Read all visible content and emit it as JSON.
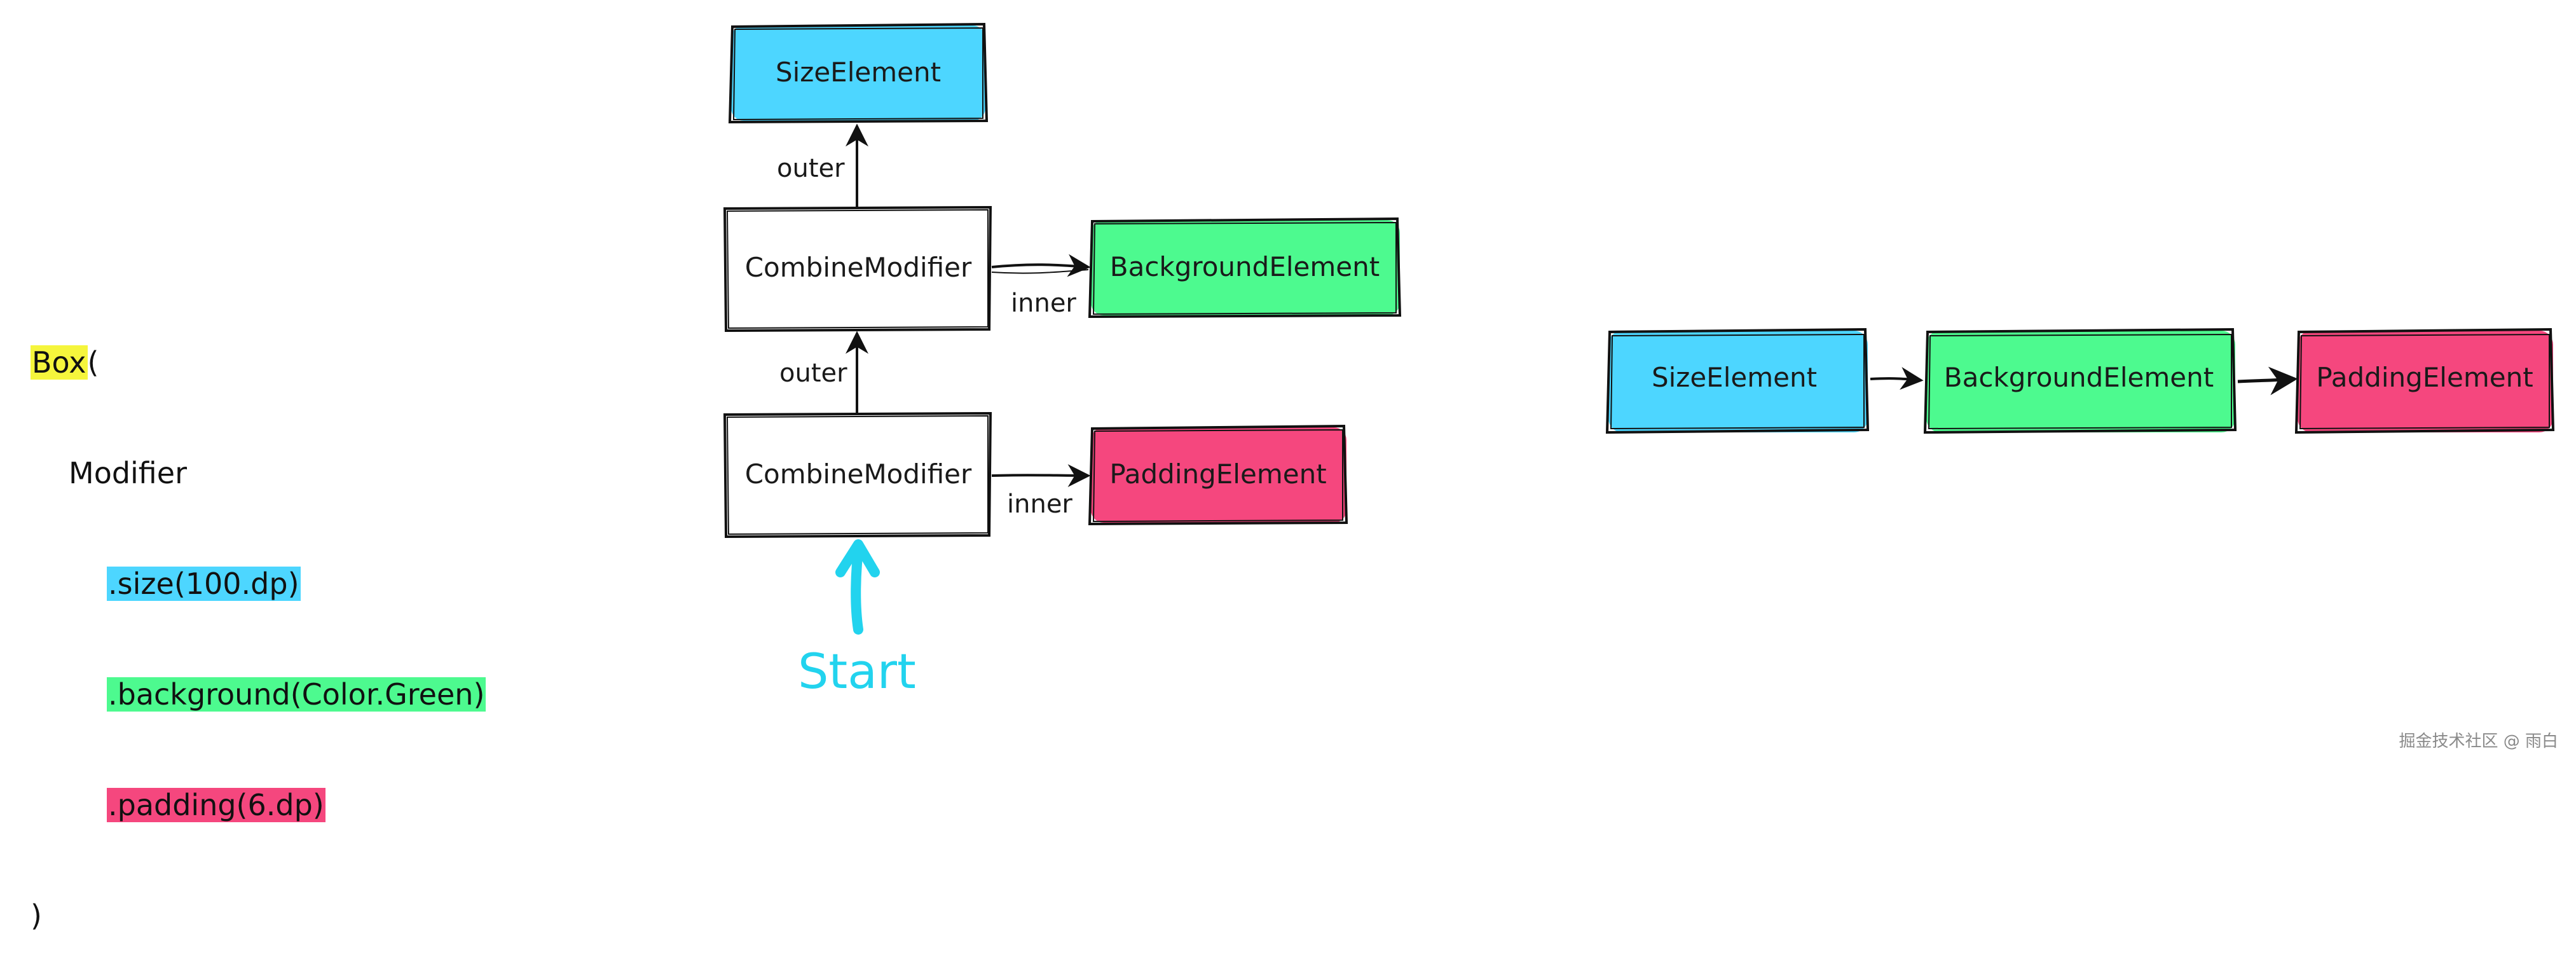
{
  "code": {
    "line1_fn": "Box",
    "line1_paren": "(",
    "line2": "Modifier",
    "line3": ".size(100.dp)",
    "line4": ".background(Color.Green)",
    "line5": ".padding(6.dp)",
    "line6": ")"
  },
  "diagram_left": {
    "size_element": "SizeElement",
    "combine_top": "CombineModifier",
    "combine_bottom": "CombineModifier",
    "background_element": "BackgroundElement",
    "padding_element": "PaddingElement",
    "outer_top": "outer",
    "outer_bottom": "outer",
    "inner_top": "inner",
    "inner_bottom": "inner",
    "start": "Start"
  },
  "diagram_right": {
    "size_element": "SizeElement",
    "background_element": "BackgroundElement",
    "padding_element": "PaddingElement"
  },
  "colors": {
    "size": "#4dd6ff",
    "background": "#4dfa8f",
    "padding": "#f5477e",
    "box_highlight": "#f5f53c",
    "start": "#22d3ee"
  },
  "watermark": "掘金技术社区 @ 雨白"
}
